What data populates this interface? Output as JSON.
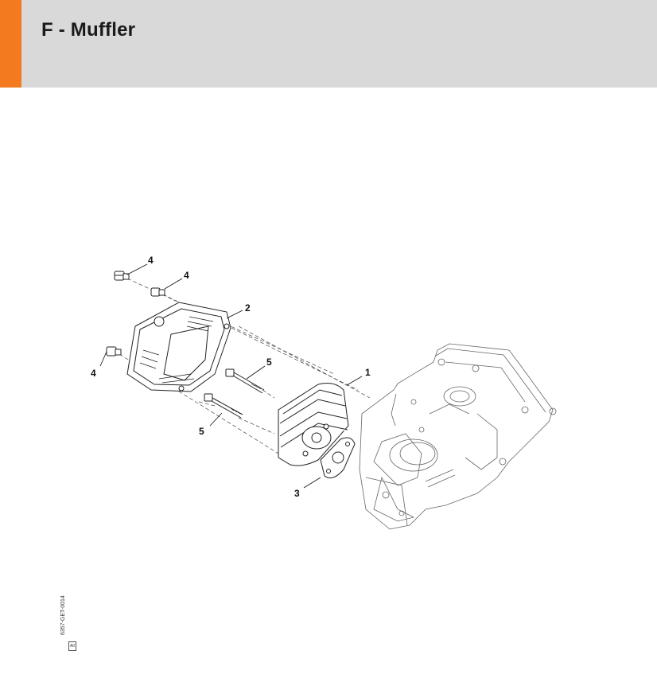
{
  "header": {
    "title": "F - Muffler",
    "accent_color": "#f37a1f",
    "background_color": "#d9d9d9"
  },
  "diagram": {
    "callouts": [
      "4",
      "4",
      "2",
      "4",
      "5",
      "1",
      "5",
      "3"
    ]
  },
  "footer": {
    "document_code": "6357-GET-0014",
    "revision": "A0"
  }
}
